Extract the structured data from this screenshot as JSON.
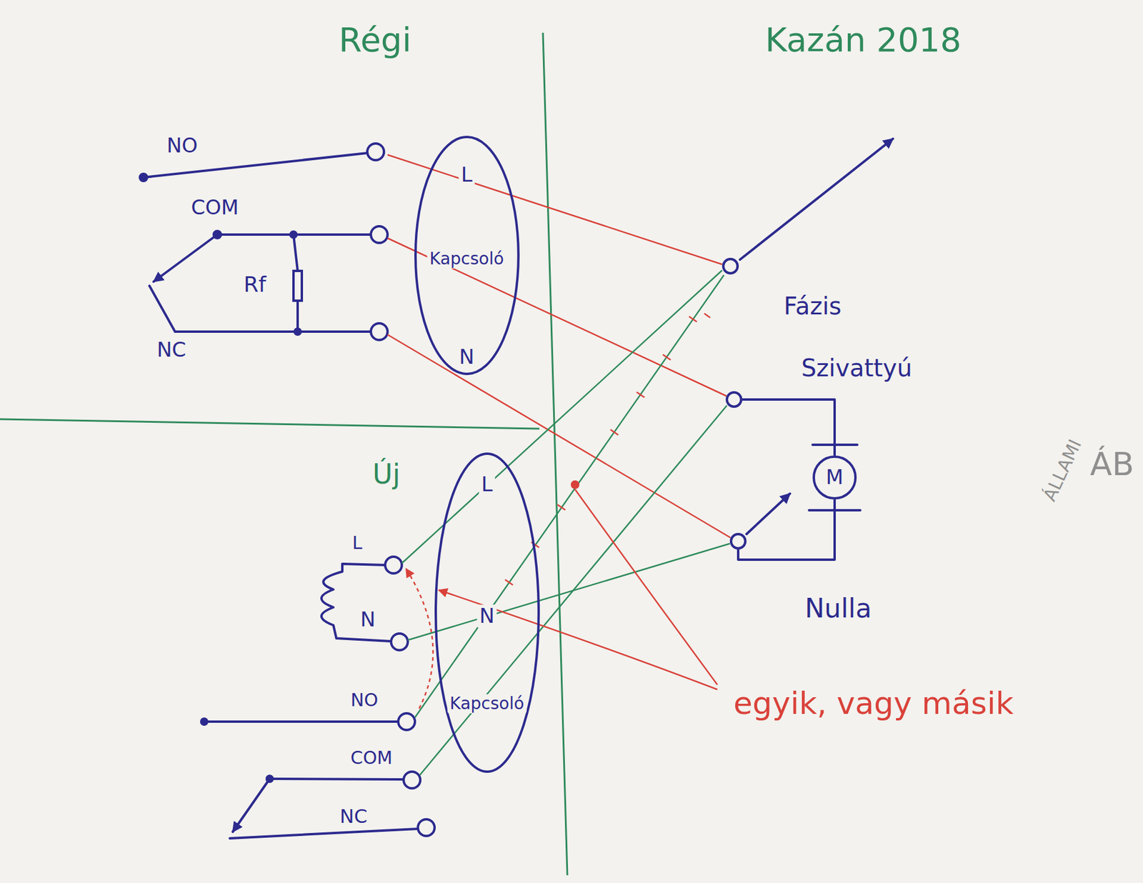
{
  "diagram": {
    "nodes": [
      {
        "text": [
          "L",
          "Kapcsoló",
          "N"
        ]
      },
      {
        "text": [
          "L",
          "N",
          "Kapcsoló"
        ]
      },
      {
        "text": [
          "Fázis"
        ]
      },
      {
        "text": [
          "Szivattyú"
        ]
      },
      {
        "text": [
          "Nulla"
        ]
      },
      {
        "text": [
          "M"
        ]
      }
    ],
    "edges": [
      {
        "from": 3,
        "to": 5,
        "arrow": "none"
      },
      {
        "from": 5,
        "to": 4,
        "arrow": "none"
      }
    ],
    "labels": [
      "Régi",
      "Kazán 2018",
      "NO",
      "COM",
      "Rf",
      "NC",
      "Új",
      "L",
      "N",
      "NO",
      "COM",
      "NC",
      "egyik, vagy másik",
      "ÁLLAMI",
      "ÁB"
    ]
  }
}
